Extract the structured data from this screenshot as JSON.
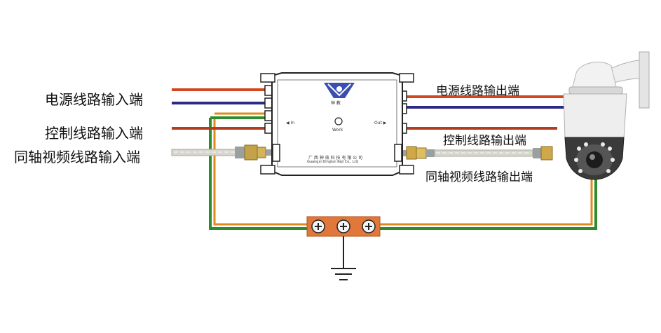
{
  "labels": {
    "power_in": "电源线路输入端",
    "control_in": "控制线路输入端",
    "coax_in": "同轴视频线路输入端",
    "power_out": "电源线路输出端",
    "control_out": "控制线路输出端",
    "coax_out": "同轴视频线路输出端"
  },
  "device": {
    "in_label": "◀ In",
    "out_label": "Out ▶",
    "work_label": "Work",
    "brand": "神 教",
    "company_cn": "广 西 神 效 科 技 有 限 公 司",
    "company_en": "Guangxi Dinglun Keji Co., Ltd"
  },
  "colors": {
    "power_wire": "#d4461e",
    "control_wire": "#b43c1e",
    "neutral_wire": "#2d2a86",
    "ground_green": "#2e8b2e",
    "ground_orange": "#e08a1e",
    "terminal_block": "#e0783c",
    "coax_cable": "#c9c9c0"
  },
  "icons": [
    "ground-symbol",
    "terminal-screw",
    "bnc-connector",
    "ptz-dome-camera",
    "wolf-logo"
  ]
}
